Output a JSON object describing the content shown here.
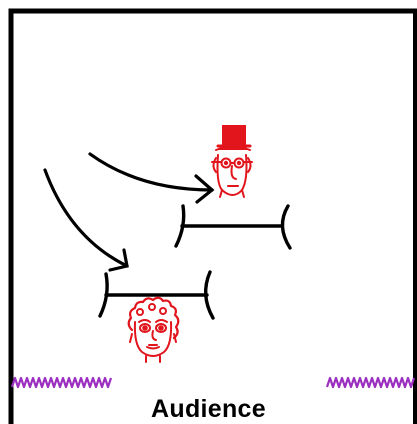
{
  "diagram": {
    "label": "Audience",
    "colors": {
      "frame": "#000000",
      "arrow": "#000000",
      "platform": "#000000",
      "character": "#e2141c",
      "audience_line": "#9b2fc0",
      "background": "#ffffff"
    },
    "characters": [
      {
        "name": "top-hat-man",
        "icon": "top-hat-face-icon"
      },
      {
        "name": "curly-hair-woman",
        "icon": "curly-hair-face-icon"
      }
    ]
  }
}
